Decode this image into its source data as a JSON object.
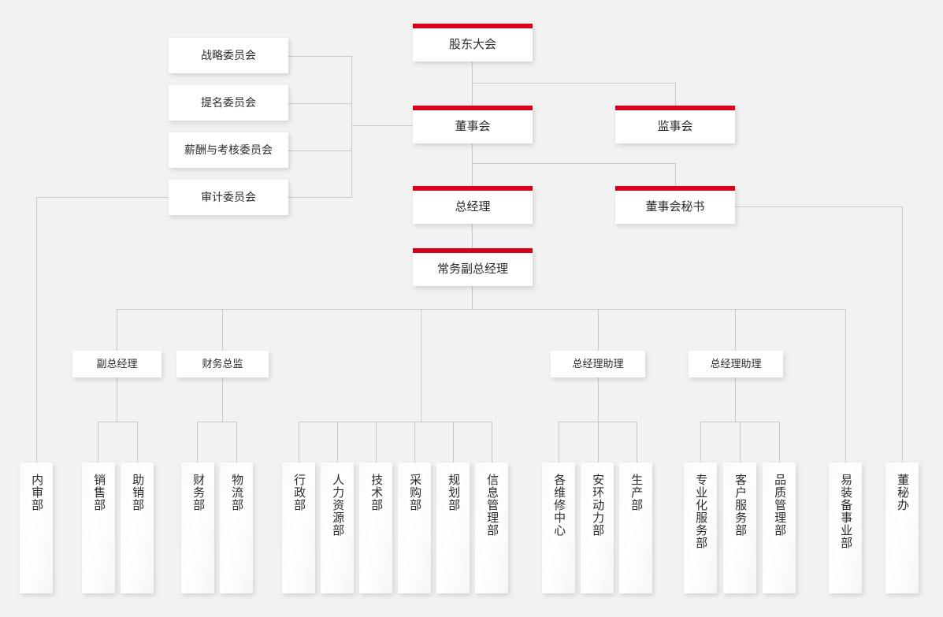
{
  "theme": {
    "background": "#f2f2f2",
    "accent_red": "#d8001b",
    "line_color": "#c8c8c8",
    "box_fill": "#ffffff",
    "text_color": "#2b2b2b"
  },
  "chart_title": "",
  "nodes": {
    "shareholders_meeting": "股东大会",
    "board_of_directors": "董事会",
    "board_of_supervisors": "监事会",
    "general_manager": "总经理",
    "board_secretary": "董事会秘书",
    "executive_deputy_gm": "常务副总经理"
  },
  "committees": [
    {
      "label": "战略委员会"
    },
    {
      "label": "提名委员会"
    },
    {
      "label": "薪酬与考核委员会"
    },
    {
      "label": "审计委员会"
    }
  ],
  "managers": [
    {
      "label": "副总经理"
    },
    {
      "label": "财务总监"
    },
    {
      "label": "总经理助理"
    },
    {
      "label": "总经理助理"
    }
  ],
  "departments": [
    {
      "label": "内审部"
    },
    {
      "label": "销售部"
    },
    {
      "label": "助销部"
    },
    {
      "label": "财务部"
    },
    {
      "label": "物流部"
    },
    {
      "label": "行政部"
    },
    {
      "label": "人力资源部"
    },
    {
      "label": "技术部"
    },
    {
      "label": "采购部"
    },
    {
      "label": "规划部"
    },
    {
      "label": "信息管理部"
    },
    {
      "label": "各维修中心"
    },
    {
      "label": "安环动力部"
    },
    {
      "label": "生产部"
    },
    {
      "label": "专业化服务部"
    },
    {
      "label": "客户服务部"
    },
    {
      "label": "品质管理部"
    },
    {
      "label": "易装备事业部"
    },
    {
      "label": "董秘办"
    }
  ]
}
